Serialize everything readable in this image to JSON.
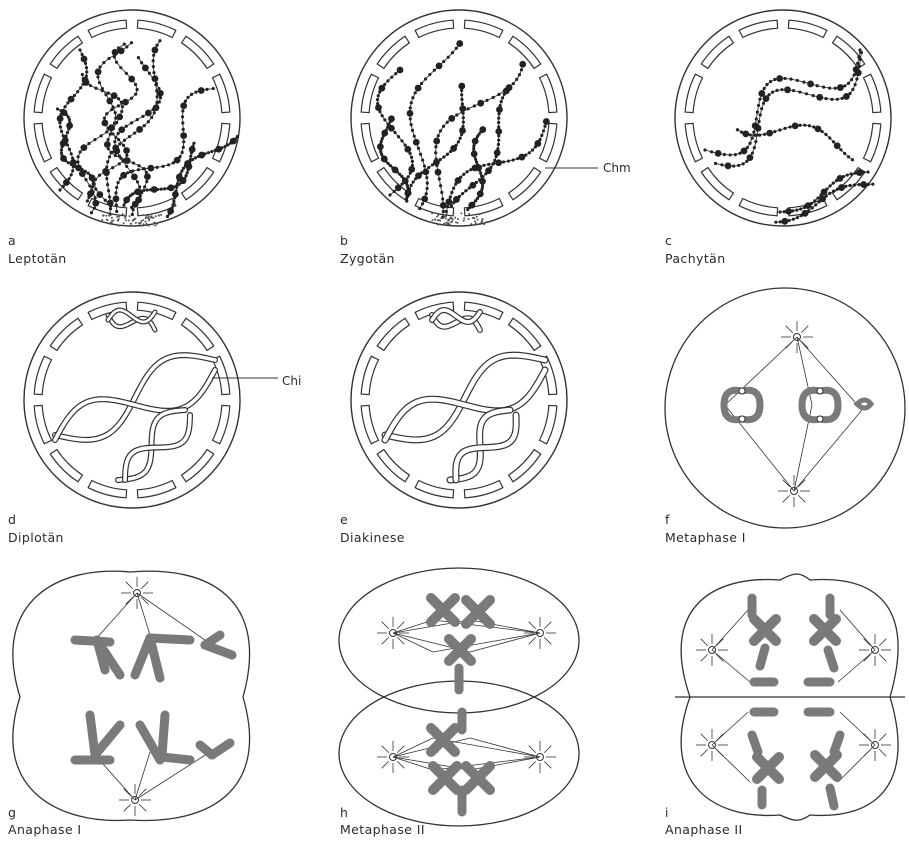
{
  "panels": [
    {
      "id": "a",
      "letter": "a",
      "name": "Leptotän"
    },
    {
      "id": "b",
      "letter": "b",
      "name": "Zygotän"
    },
    {
      "id": "c",
      "letter": "c",
      "name": "Pachytän"
    },
    {
      "id": "d",
      "letter": "d",
      "name": "Diplotän"
    },
    {
      "id": "e",
      "letter": "e",
      "name": "Diakinese"
    },
    {
      "id": "f",
      "letter": "f",
      "name": "Metaphase I"
    },
    {
      "id": "g",
      "letter": "g",
      "name": "Anaphase I"
    },
    {
      "id": "h",
      "letter": "h",
      "name": "Metaphase II"
    },
    {
      "id": "i",
      "letter": "i",
      "name": "Anaphase II"
    }
  ],
  "callouts": {
    "chromomere": "Chm",
    "chiasma": "Chi"
  },
  "colors": {
    "line": "#333333",
    "chromatid": "#7a7a7a",
    "bead": "#222222"
  }
}
